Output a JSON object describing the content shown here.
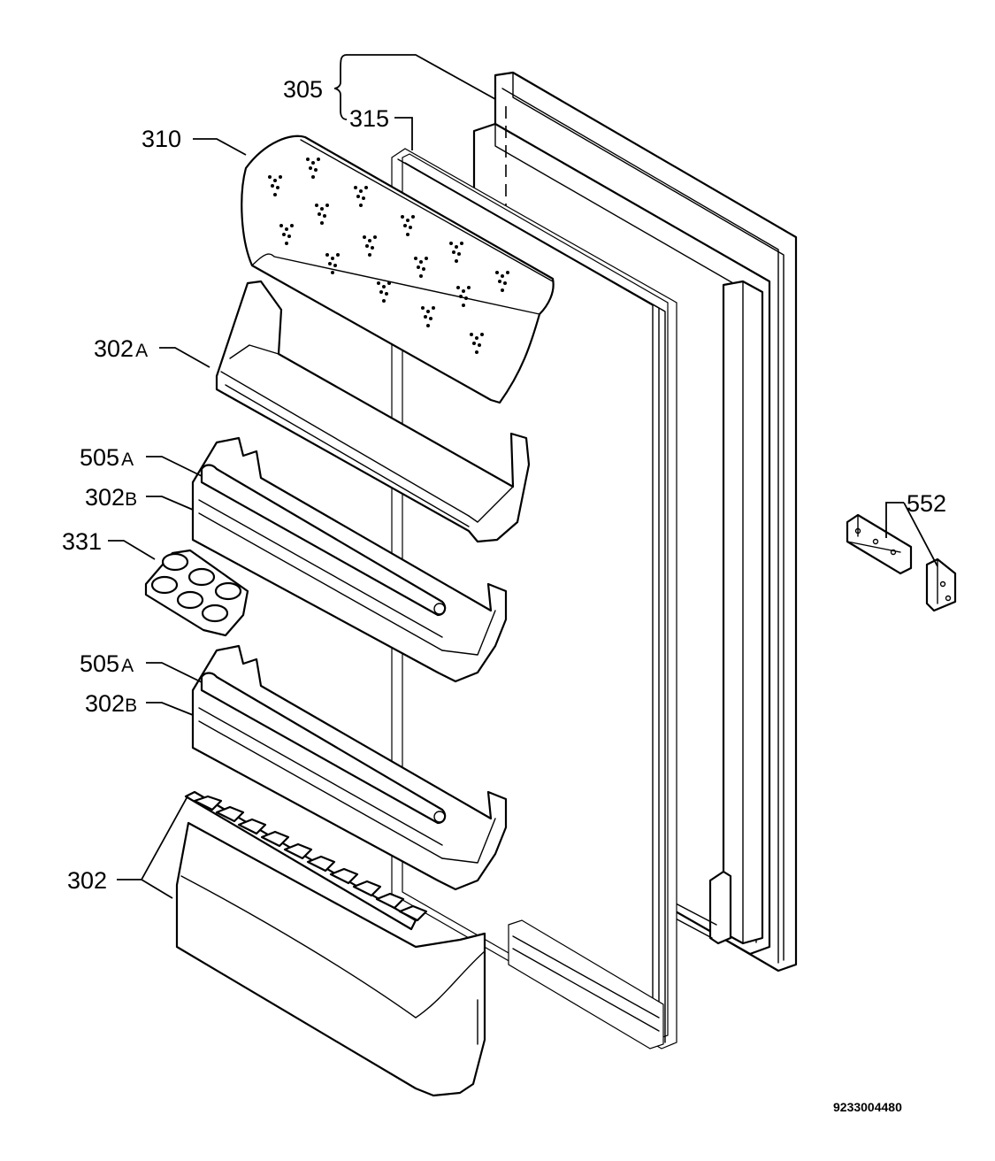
{
  "callouts": [
    {
      "id": "305",
      "number": "305",
      "suffix": ""
    },
    {
      "id": "315",
      "number": "315",
      "suffix": ""
    },
    {
      "id": "310",
      "number": "310",
      "suffix": ""
    },
    {
      "id": "302a",
      "number": "302",
      "suffix": "A"
    },
    {
      "id": "505a-upper",
      "number": "505",
      "suffix": "A"
    },
    {
      "id": "302b-upper",
      "number": "302",
      "suffix": "B"
    },
    {
      "id": "331",
      "number": "331",
      "suffix": ""
    },
    {
      "id": "505a-lower",
      "number": "505",
      "suffix": "A"
    },
    {
      "id": "302b-lower",
      "number": "302",
      "suffix": "B"
    },
    {
      "id": "302",
      "number": "302",
      "suffix": ""
    },
    {
      "id": "552",
      "number": "552",
      "suffix": ""
    }
  ],
  "drawing_number": "9233004480"
}
